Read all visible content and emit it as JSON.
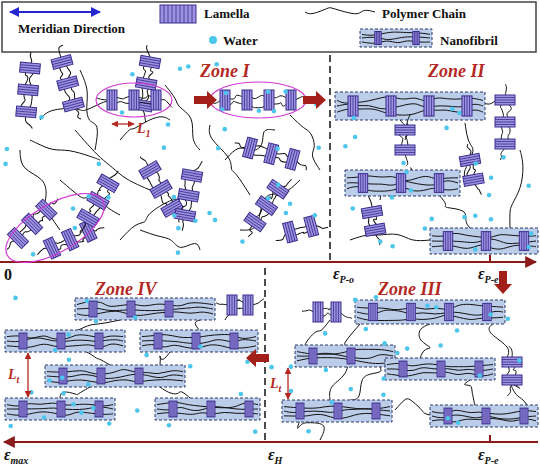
{
  "diagram": {
    "labels": [
      "Zone I",
      "Zone II",
      "L1",
      "0",
      "εP-o",
      "εP-e",
      "Zone IV",
      "Zone III",
      "Lt",
      "Lt",
      "εmax",
      "εH",
      "εP-e"
    ],
    "legend": [
      {
        "text": "Meridian Direction"
      },
      {
        "text": "Lamella"
      },
      {
        "text": "Polymer Chain"
      },
      {
        "text": "Water",
        "color": "#4cc6ec"
      },
      {
        "text": "Nanofibril"
      }
    ]
  }
}
